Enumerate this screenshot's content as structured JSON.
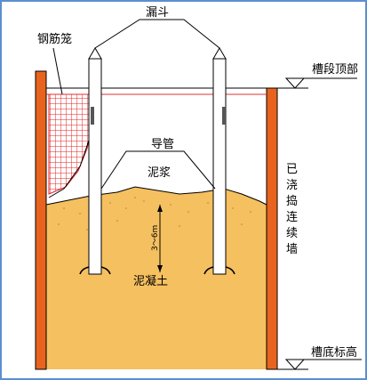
{
  "labels": {
    "funnel": "漏斗",
    "rebar_cage": "钢筋笼",
    "trench_top": "槽段顶部",
    "tremie_pipe": "导管",
    "slurry": "泥浆",
    "completed_wall_chars": [
      "已",
      "浇",
      "捣",
      "连",
      "续",
      "墙"
    ],
    "depth": "3～6m",
    "concrete": "泥凝土",
    "trench_bottom": "槽底标高"
  },
  "colors": {
    "wall": "#e8641e",
    "concrete": "#f5c060",
    "slurry_line": "#e03030",
    "rebar": "#e02020",
    "pipe_fill": "#ffffff",
    "outline": "#000000",
    "frame": "#5b8fd0"
  }
}
